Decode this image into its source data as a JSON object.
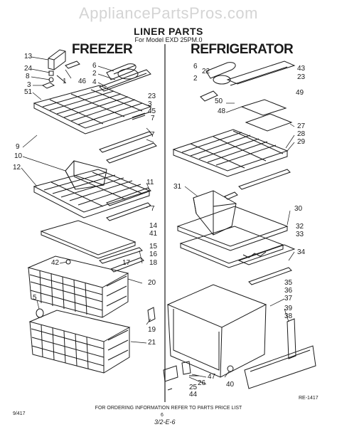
{
  "watermark": "AppliancePartsPros.com",
  "title": "LINER PARTS",
  "subtitle": "For Model EXD 25PM.0",
  "sections": {
    "freezer": "FREEZER",
    "refrigerator": "REFRIGERATOR"
  },
  "callouts": {
    "c13": "13",
    "c24": "24",
    "c8": "8",
    "c3": "3",
    "c51": "51",
    "c1": "1",
    "c46": "46",
    "c6l": "6",
    "c2l": "2",
    "c4l": "4",
    "c23l": "23",
    "c45": "45",
    "c7a": "7",
    "c7b": "7",
    "c9": "9",
    "c10": "10",
    "c12": "12",
    "c11": "11",
    "c7c": "7",
    "c14": "14",
    "c41": "41",
    "c15": "15",
    "c16": "16",
    "c42": "42",
    "c17": "17",
    "c18": "18",
    "c5": "5",
    "c20": "20",
    "c19": "19",
    "c21": "21",
    "c6r": "6",
    "c22": "22",
    "c2r": "2",
    "c43": "43",
    "c23r": "23",
    "c49": "49",
    "c50": "50",
    "c48": "48",
    "c27": "27",
    "c28": "28",
    "c29": "29",
    "c31": "31",
    "c30": "30",
    "c32": "32",
    "c33": "33",
    "c34": "34",
    "c35": "35",
    "c36": "36",
    "c37": "37",
    "c39": "39",
    "c38": "38",
    "c47": "47",
    "c26": "26",
    "c25": "25",
    "c40": "40",
    "c44": "44"
  },
  "drawing_code": "RE-1417",
  "footer": "FOR ORDERING INFORMATION REFER TO PARTS PRICE LIST",
  "page_number": "6",
  "handwritten_note": "3/2-E-6",
  "corner_code": "9/417"
}
